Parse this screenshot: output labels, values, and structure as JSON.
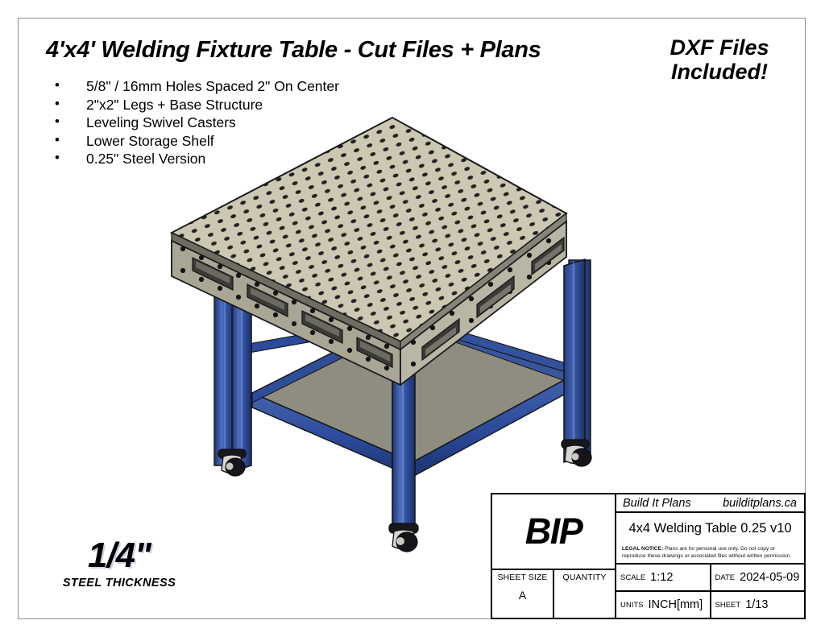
{
  "sheet": {
    "title": "4'x4' Welding Fixture Table - Cut Files + Plans",
    "dxf_badge_line1": "DXF Files",
    "dxf_badge_line2": "Included!",
    "features": [
      "5/8\" / 16mm Holes Spaced 2\" On Center",
      "2\"x2\" Legs + Base Structure",
      "Leveling Swivel Casters",
      "Lower Storage Shelf",
      "0.25\" Steel Version"
    ],
    "thickness_callout": {
      "value": "1/4\"",
      "label": "STEEL THICKNESS"
    },
    "border_color": "#8c8c8c"
  },
  "title_block": {
    "logo": "BIP",
    "brand_name": "Build It Plans",
    "brand_site": "builditplans.ca",
    "part_name": "4x4 Welding Table 0.25 v10",
    "legal_label": "LEGAL NOTICE:",
    "legal_text": " Plans are for personal use only. Do not copy or reproduce these drawings or associated files without written permission.",
    "sheet_size_label": "SHEET SIZE",
    "sheet_size_value": "A",
    "quantity_label": "QUANTITY",
    "quantity_value": "",
    "scale_label": "SCALE",
    "scale_value": "1:12",
    "date_label": "DATE",
    "date_value": "2024-05-09",
    "units_label": "UNITS",
    "units_value": "INCH[mm]",
    "sheet_label": "SHEET",
    "sheet_value": "1/13"
  },
  "model": {
    "description": "Isometric 3D render of a 4x4 welding fixture table with perforated steel top, blue square-tube legs, lower storage shelf and swivel casters",
    "colors": {
      "tabletop": "#cdc8b4",
      "tabletop_edge": "#7c7a6e",
      "skirt": "#b7b3a2",
      "leg_blue": "#2b4a9b",
      "leg_blue_light": "#4f6fbe",
      "leg_blue_dark": "#1d3570",
      "shelf": "#8f8d80",
      "shelf_edge": "#6e6c60",
      "hole": "#111111",
      "caster_body": "#d9d9d4",
      "caster_wheel": "#1a1a1a",
      "outline": "#1a1a1a"
    }
  }
}
